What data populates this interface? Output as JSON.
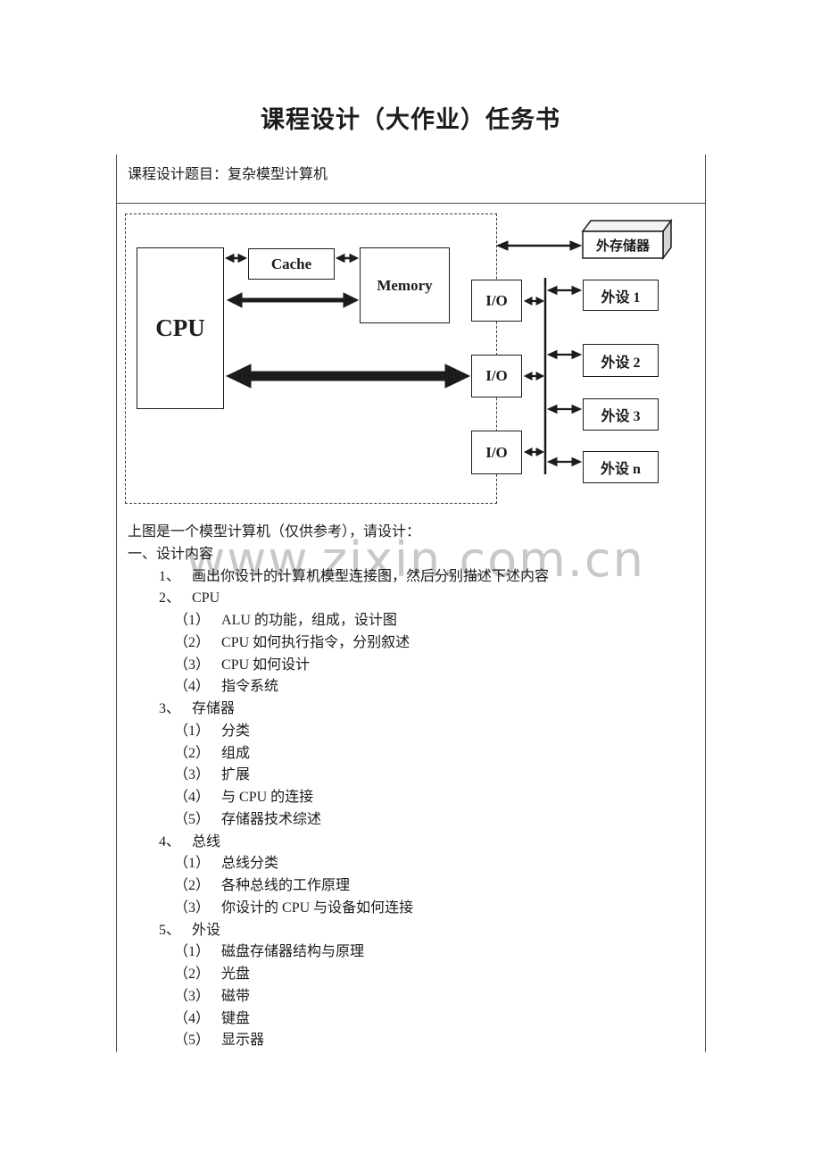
{
  "page_title": "课程设计（大作业）任务书",
  "header_row": {
    "label": "课程设计题目：复杂模型计算机"
  },
  "watermark": "www.zixin.com.cn",
  "diagram": {
    "cpu_label": "CPU",
    "cache_label": "Cache",
    "memory_label": "Memory",
    "io1_label": "I/O",
    "io2_label": "I/O",
    "io3_label": "I/O",
    "ext_storage_label": "外存储器",
    "peripheral1_label": "外设 1",
    "peripheral2_label": "外设 2",
    "peripheral3_label": "外设 3",
    "peripheral_n_label": "外设 n"
  },
  "content_lines": [
    {
      "indent": 0,
      "num": "",
      "text": "上图是一个模型计算机（仅供参考），请设计："
    },
    {
      "indent": 0,
      "num": "",
      "text": "一、设计内容"
    },
    {
      "indent": 1,
      "num": "1、",
      "text": "画出你设计的计算机模型连接图，然后分别描述下述内容"
    },
    {
      "indent": 1,
      "num": "2、",
      "text": "CPU"
    },
    {
      "indent": 2,
      "num": "（1）",
      "text": "ALU 的功能，组成，设计图"
    },
    {
      "indent": 2,
      "num": "（2）",
      "text": "CPU 如何执行指令，分别叙述"
    },
    {
      "indent": 2,
      "num": "（3）",
      "text": "CPU 如何设计"
    },
    {
      "indent": 2,
      "num": "（4）",
      "text": "指令系统"
    },
    {
      "indent": 1,
      "num": "3、",
      "text": "存储器"
    },
    {
      "indent": 2,
      "num": "（1）",
      "text": "分类"
    },
    {
      "indent": 2,
      "num": "（2）",
      "text": "组成"
    },
    {
      "indent": 2,
      "num": "（3）",
      "text": "扩展"
    },
    {
      "indent": 2,
      "num": "（4）",
      "text": "与 CPU 的连接"
    },
    {
      "indent": 2,
      "num": "（5）",
      "text": "存储器技术综述"
    },
    {
      "indent": 1,
      "num": "4、",
      "text": "总线"
    },
    {
      "indent": 2,
      "num": "（1）",
      "text": "总线分类"
    },
    {
      "indent": 2,
      "num": "（2）",
      "text": "各种总线的工作原理"
    },
    {
      "indent": 2,
      "num": "（3）",
      "text": "你设计的 CPU 与设备如何连接"
    },
    {
      "indent": 1,
      "num": "5、",
      "text": "外设"
    },
    {
      "indent": 2,
      "num": "（1）",
      "text": "磁盘存储器结构与原理"
    },
    {
      "indent": 2,
      "num": "（2）",
      "text": "光盘"
    },
    {
      "indent": 2,
      "num": "（3）",
      "text": "磁带"
    },
    {
      "indent": 2,
      "num": "（4）",
      "text": "键盘"
    },
    {
      "indent": 2,
      "num": "（5）",
      "text": "显示器"
    }
  ],
  "colors": {
    "ink": "#1c1c1c",
    "table_border": "#4a4a4a",
    "watermark_gray": "#c8c8c8",
    "box_side_shade": "#d6d6d6"
  }
}
